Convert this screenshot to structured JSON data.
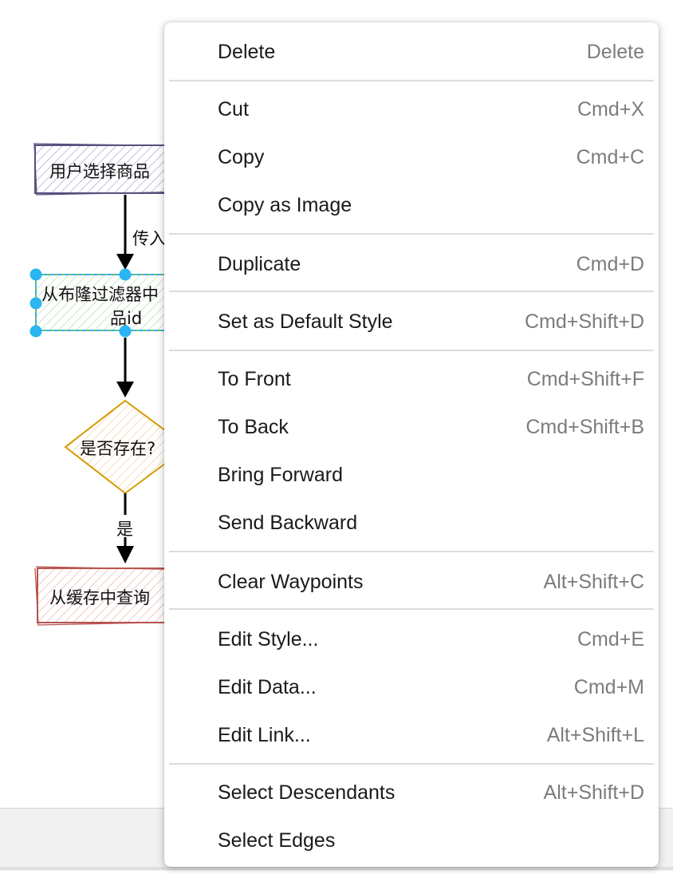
{
  "diagram": {
    "nodes": {
      "select_product": "用户选择商品",
      "bloom_filter_line1": "从布隆过滤器中",
      "bloom_filter_line2": "品id",
      "exists_decision": "是否存在?",
      "query_cache": "从缓存中查询"
    },
    "edge_labels": {
      "pass_in": "传入",
      "yes": "是"
    },
    "colors": {
      "select_product_stroke": "#56517e",
      "select_product_fill": "#d0cee2",
      "bloom_filter_stroke": "#82b366",
      "bloom_filter_fill": "#d5e8d4",
      "decision_stroke": "#d79b00",
      "decision_fill": "#ffe6cc",
      "cache_stroke": "#b85450",
      "cache_fill": "#f8cecc",
      "selection_handle": "#29b6f2"
    }
  },
  "context_menu": {
    "items": [
      {
        "label": "Delete",
        "shortcut": "Delete"
      },
      {
        "label": "Cut",
        "shortcut": "Cmd+X"
      },
      {
        "label": "Copy",
        "shortcut": "Cmd+C"
      },
      {
        "label": "Copy as Image",
        "shortcut": ""
      },
      {
        "label": "Duplicate",
        "shortcut": "Cmd+D"
      },
      {
        "label": "Set as Default Style",
        "shortcut": "Cmd+Shift+D"
      },
      {
        "label": "To Front",
        "shortcut": "Cmd+Shift+F"
      },
      {
        "label": "To Back",
        "shortcut": "Cmd+Shift+B"
      },
      {
        "label": "Bring Forward",
        "shortcut": ""
      },
      {
        "label": "Send Backward",
        "shortcut": ""
      },
      {
        "label": "Clear Waypoints",
        "shortcut": "Alt+Shift+C"
      },
      {
        "label": "Edit Style...",
        "shortcut": "Cmd+E"
      },
      {
        "label": "Edit Data...",
        "shortcut": "Cmd+M"
      },
      {
        "label": "Edit Link...",
        "shortcut": "Alt+Shift+L"
      },
      {
        "label": "Select Descendants",
        "shortcut": "Alt+Shift+D"
      },
      {
        "label": "Select Edges",
        "shortcut": ""
      }
    ]
  }
}
